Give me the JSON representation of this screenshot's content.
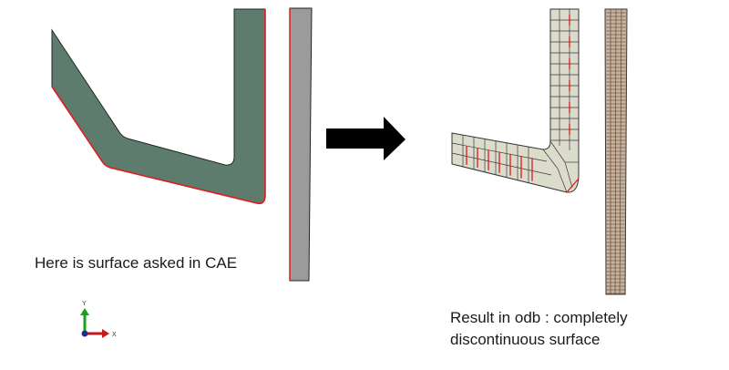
{
  "captions": {
    "left": "Here is surface asked in CAE",
    "right_line1": "Result in odb : completely",
    "right_line2": "discontinuous surface"
  },
  "triad": {
    "y_label": "Y",
    "x_label": "X"
  },
  "icons": {
    "transition": "right-arrow-icon",
    "axes": "coordinate-triad-icon"
  },
  "colors": {
    "cae_part_fill": "#5e7c6e",
    "cae_rigid_fill": "#9b9b9b",
    "mesh_element_fill": "#dcdccc",
    "fine_mesh_fill": "#c9b39c",
    "surface_highlight": "#e21b1b",
    "mesh_line": "#3a3a3a",
    "arrow": "#000000",
    "triad_y": "#17a317",
    "triad_x": "#c21a1a",
    "triad_origin": "#1f2f8f"
  }
}
